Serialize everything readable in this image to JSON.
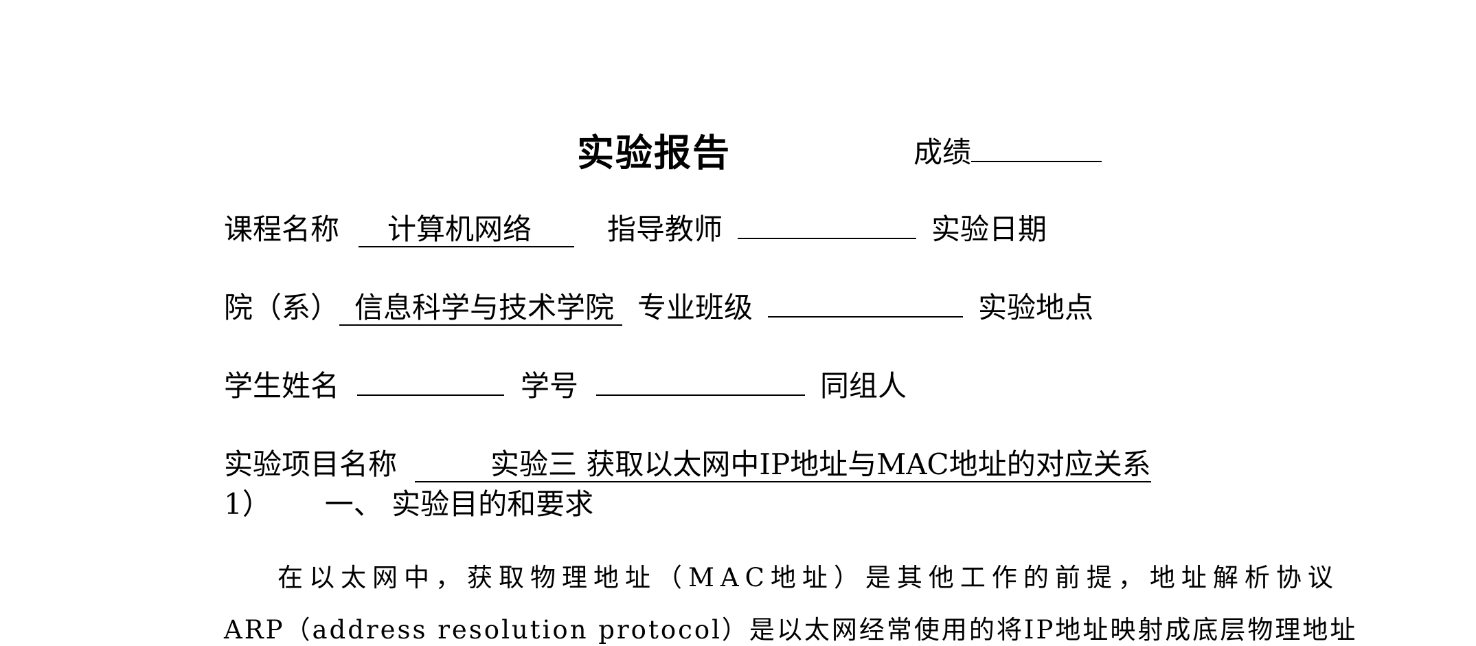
{
  "header": {
    "title": "实验报告",
    "score_label": "成绩"
  },
  "fields": {
    "course_label": "课程名称",
    "course_value": "计算机网络",
    "teacher_label": "指导教师",
    "date_label": "实验日期",
    "dept_label": "院（系）",
    "dept_value": "信息科学与技术学院",
    "major_label": "专业班级",
    "location_label": "实验地点",
    "student_label": "学生姓名",
    "id_label": "学号",
    "group_label": "同组人",
    "project_label": "实验项目名称",
    "project_value": "实验三 获取以太网中IP地址与MAC地址的对应关系"
  },
  "section": {
    "number": "1）",
    "heading": "一、 实验目的和要求"
  },
  "body": {
    "para1": "在以太网中，获取物理地址（MAC地址）是其他工作的前提，地址解析协议",
    "para2": "ARP（address resolution protocol）是以太网经常使用的将IP地址映射成底层物理地址"
  }
}
